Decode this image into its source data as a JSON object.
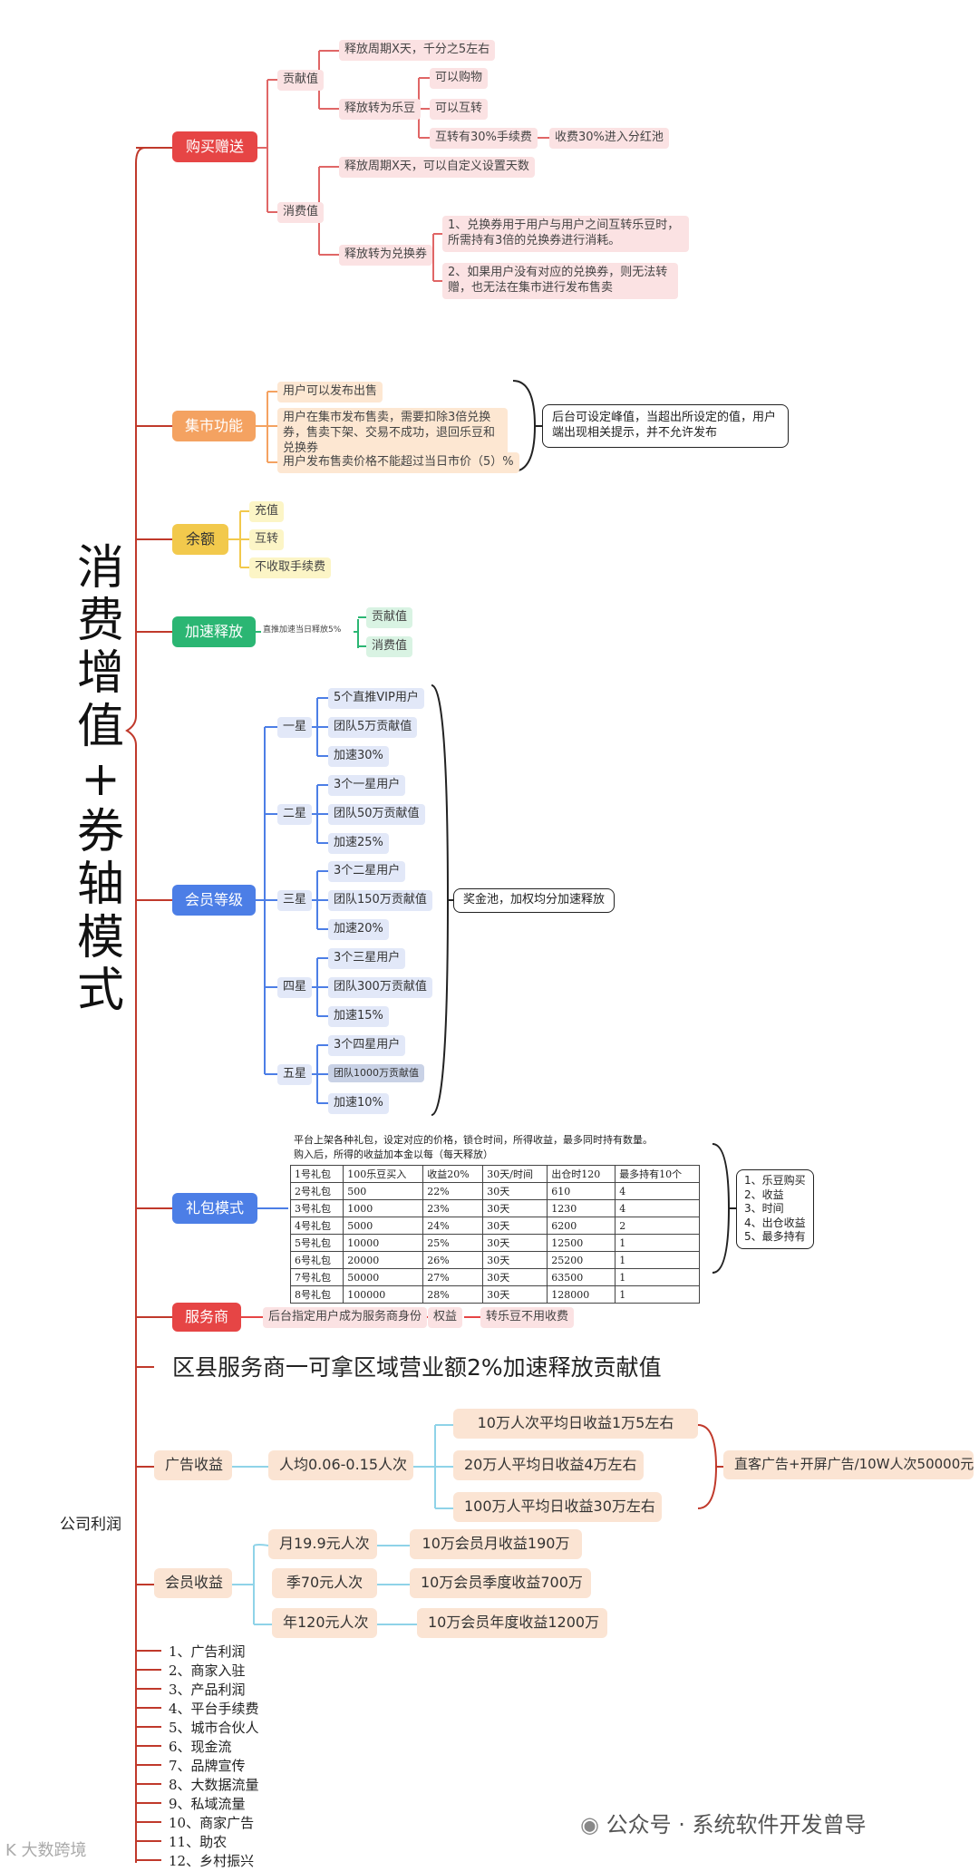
{
  "title_chars": [
    "消",
    "费",
    "增",
    "值",
    "+",
    "券",
    "轴",
    "模",
    "式"
  ],
  "colors": {
    "red": "#e64545",
    "orange": "#f4a261",
    "yellow": "#f2c94c",
    "green": "#2bb673",
    "blue": "#4c7ee6",
    "spine": "#c0392b"
  },
  "s1": {
    "main": "购买赠送",
    "contrib": "贡献值",
    "release1": "释放周期X天，千分之5左右",
    "convert_ledou": "释放转为乐豆",
    "can_shop": "可以购物",
    "can_transfer": "可以互转",
    "fee30": "互转有30%手续费",
    "fee_pool": "收费30%进入分红池",
    "consume": "消费值",
    "release2": "释放周期X天，可以自定义设置天数",
    "convert_coupon": "释放转为兑换券",
    "coupon_note1": "1、兑换券用于用户与用户之间互转乐豆时，所需持有3倍的兑换券进行消耗。",
    "coupon_note2": "2、如果用户没有对应的兑换券，则无法转赠，也无法在集市进行发布售卖"
  },
  "s2": {
    "main": "集市功能",
    "i1": "用户可以发布出售",
    "i2": "用户在集市发布售卖，需要扣除3倍兑换券，售卖下架、交易不成功，退回乐豆和兑换券",
    "i3": "用户发布售卖价格不能超过当日市价（5）%",
    "note": "后台可设定峰值，当超出所设定的值，用户端出现相关提示，并不允许发布"
  },
  "s3": {
    "main": "余额",
    "i1": "充值",
    "i2": "互转",
    "i3": "不收取手续费"
  },
  "s4": {
    "main": "加速释放",
    "mid": "直推加速当日释放5%",
    "i1": "贡献值",
    "i2": "消费值"
  },
  "s5": {
    "main": "会员等级",
    "note": "奖金池，加权均分加速释放",
    "levels": [
      {
        "name": "一星",
        "items": [
          "5个直推VIP用户",
          "团队5万贡献值",
          "加速30%"
        ]
      },
      {
        "name": "二星",
        "items": [
          "3个一星用户",
          "团队50万贡献值",
          "加速25%"
        ]
      },
      {
        "name": "三星",
        "items": [
          "3个二星用户",
          "团队150万贡献值",
          "加速20%"
        ]
      },
      {
        "name": "四星",
        "items": [
          "3个三星用户",
          "团队300万贡献值",
          "加速15%"
        ]
      },
      {
        "name": "五星",
        "items": [
          "3个四星用户",
          "团队1000万贡献值",
          "加速10%"
        ]
      }
    ]
  },
  "s6": {
    "main": "礼包模式",
    "desc1": "平台上架各种礼包，设定对应的价格，锁仓时间，所得收益，最多同时持有数量。",
    "desc2": "购入后，所得的收益加本金以每（每天释放）",
    "table": [
      [
        "1号礼包",
        "100乐豆买入",
        "收益20%",
        "30天/时间",
        "出仓时120",
        "最多持有10个"
      ],
      [
        "2号礼包",
        "500",
        "22%",
        "30天",
        "610",
        "4"
      ],
      [
        "3号礼包",
        "1000",
        "23%",
        "30天",
        "1230",
        "4"
      ],
      [
        "4号礼包",
        "5000",
        "24%",
        "30天",
        "6200",
        "2"
      ],
      [
        "5号礼包",
        "10000",
        "25%",
        "30天",
        "12500",
        "1"
      ],
      [
        "6号礼包",
        "20000",
        "26%",
        "30天",
        "25200",
        "1"
      ],
      [
        "7号礼包",
        "50000",
        "27%",
        "30天",
        "63500",
        "1"
      ],
      [
        "8号礼包",
        "100000",
        "28%",
        "30天",
        "128000",
        "1"
      ]
    ],
    "list": [
      "1、乐豆购买",
      "2、收益",
      "3、时间",
      "4、出仓收益",
      "5、最多持有"
    ]
  },
  "s7": {
    "main": "服务商",
    "i1": "后台指定用户成为服务商身份",
    "i2": "权益",
    "i3": "转乐豆不用收费"
  },
  "s8": {
    "text": "区县服务商一可拿区域营业额2%加速释放贡献值"
  },
  "profit": {
    "label": "公司利润",
    "ad": {
      "main": "广告收益",
      "mid": "人均0.06-0.15人次",
      "items": [
        "10万人次平均日收益1万5左右",
        "20万人平均日收益4万左右",
        "100万人平均日收益30万左右"
      ],
      "note": "直客广告+开屏广告/10W人次50000元"
    },
    "member": {
      "main": "会员收益",
      "rows": [
        {
          "a": "月19.9元人次",
          "b": "10万会员月收益190万"
        },
        {
          "a": "季70元人次",
          "b": "10万会员季度收益700万"
        },
        {
          "a": "年120元人次",
          "b": "10万会员年度收益1200万"
        }
      ]
    },
    "list": [
      "1、广告利润",
      "2、商家入驻",
      "3、产品利润",
      "4、平台手续费",
      "5、城市合伙人",
      "6、现金流",
      "7、品牌宣传",
      "8、大数据流量",
      "9、私域流量",
      "10、商家广告",
      "11、助农",
      "12、乡村振兴"
    ]
  },
  "watermark": "公众号 · 系统软件开发曾导",
  "watermark_left": "大数跨境"
}
